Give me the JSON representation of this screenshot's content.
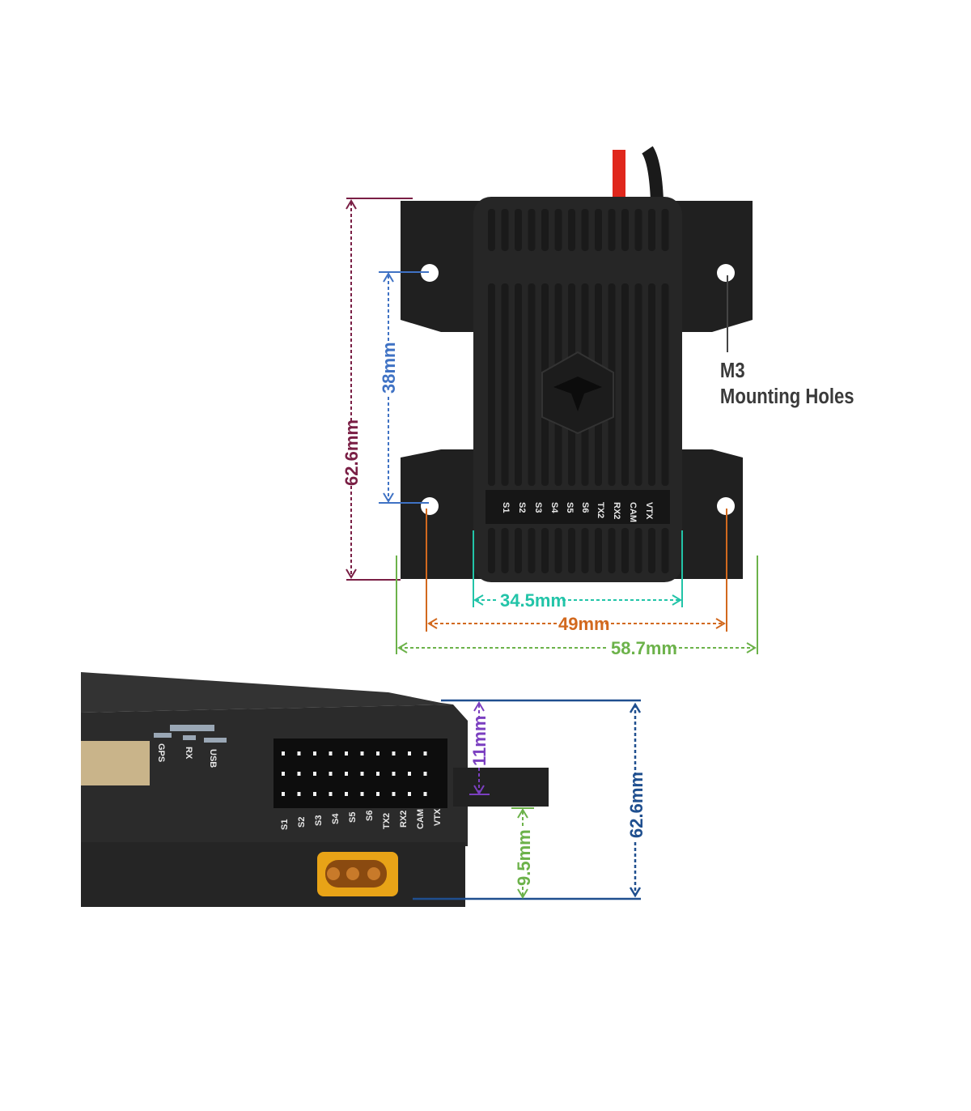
{
  "top_view": {
    "pin_labels": [
      "S1",
      "S2",
      "S3",
      "S4",
      "S5",
      "S6",
      "TX2",
      "RX2",
      "CAM",
      "VTX"
    ],
    "note_line1": "M3",
    "note_line2": "Mounting Holes",
    "dimensions": {
      "height_total": "62.6mm",
      "hole_spacing_vertical": "38mm",
      "body_width": "34.5mm",
      "hole_spacing_horizontal": "49mm",
      "width_total": "58.7mm"
    }
  },
  "side_view": {
    "port_labels": [
      "GPS",
      "RX",
      "USB"
    ],
    "pin_labels": [
      "S1",
      "S2",
      "S3",
      "S4",
      "S5",
      "S6",
      "TX2",
      "RX2",
      "CAM",
      "VTX"
    ],
    "dimensions": {
      "top_height": "11mm",
      "bottom_height": "9.5mm",
      "total": "62.6mm"
    }
  },
  "colors": {
    "maroon": "#7a1f45",
    "blue": "#3f72c4",
    "teal": "#22c4a8",
    "orange": "#d2691e",
    "green": "#6cb24a",
    "purple": "#7b3fc0",
    "navy": "#1f4f8f"
  }
}
